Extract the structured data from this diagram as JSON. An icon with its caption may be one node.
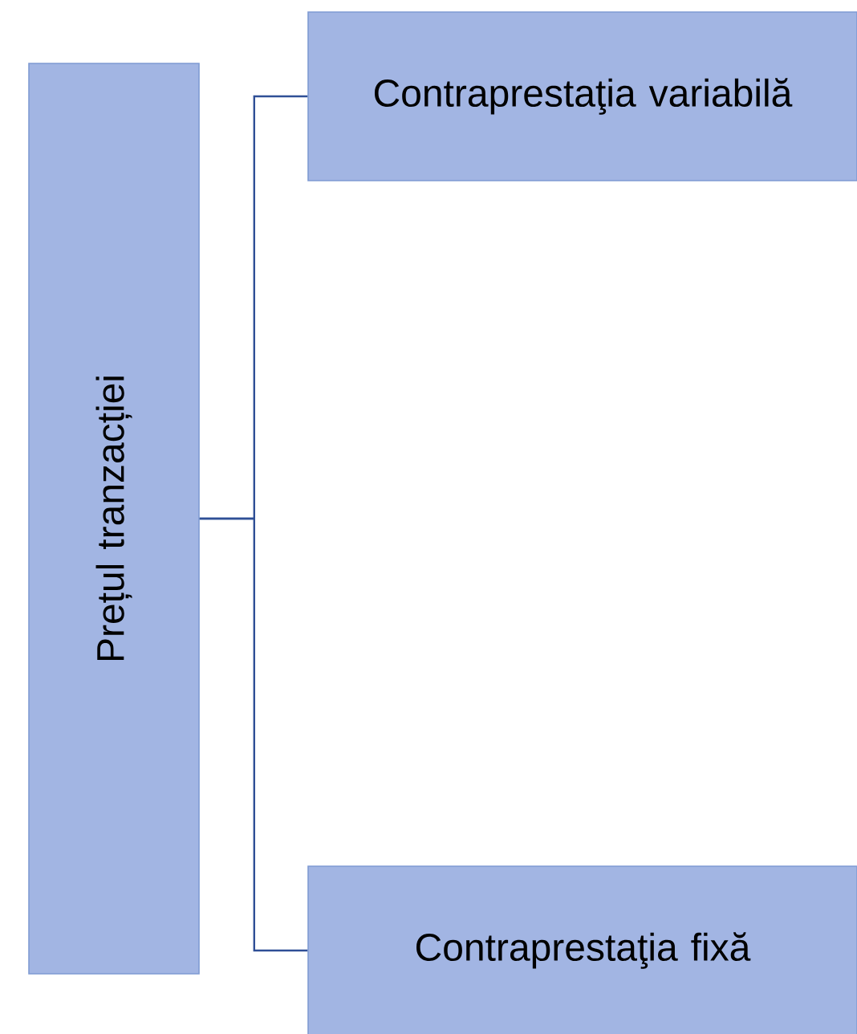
{
  "diagram": {
    "nodes": [
      {
        "text": [
          "Prețul tranzacției"
        ]
      },
      {
        "text": [
          "Contraprestaţia variabilă"
        ]
      },
      {
        "text": [
          "Contraprestaţia fixă"
        ]
      }
    ],
    "edges": [
      {
        "from": 0,
        "to": 1,
        "arrow": "none"
      },
      {
        "from": 0,
        "to": 2,
        "arrow": "none"
      }
    ]
  }
}
